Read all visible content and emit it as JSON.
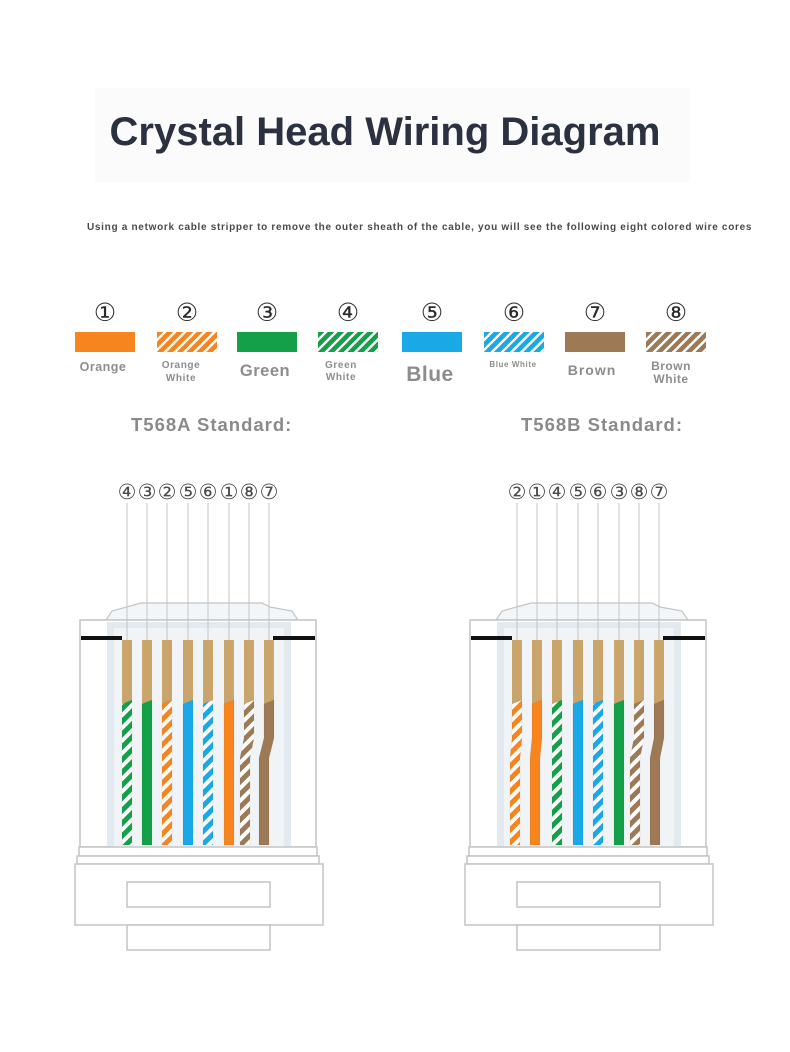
{
  "title": "Crystal Head Wiring Diagram",
  "subtitle": "Using a network cable stripper to remove the outer sheath of the cable, you will see the following eight colored wire cores",
  "contact_color": "#c9a46b",
  "legend": [
    {
      "number": "①",
      "label_lines": [
        "Orange"
      ],
      "color": "#f6851f",
      "striped": false
    },
    {
      "number": "②",
      "label_lines": [
        "Orange",
        "White"
      ],
      "color": "#f6851f",
      "striped": true
    },
    {
      "number": "③",
      "label_lines": [
        "Green"
      ],
      "color": "#14a049",
      "striped": false
    },
    {
      "number": "④",
      "label_lines": [
        "Green",
        "White"
      ],
      "color": "#14a049",
      "striped": true
    },
    {
      "number": "⑤",
      "label_lines": [
        "Blue"
      ],
      "color": "#1aa8e6",
      "striped": false
    },
    {
      "number": "⑥",
      "label_lines": [
        "Blue White"
      ],
      "color": "#1aa8e6",
      "striped": true
    },
    {
      "number": "⑦",
      "label_lines": [
        "Brown"
      ],
      "color": "#9e7955",
      "striped": false
    },
    {
      "number": "⑧",
      "label_lines": [
        "Brown",
        "White"
      ],
      "color": "#9e7955",
      "striped": true
    }
  ],
  "standards": [
    {
      "label": "T568A Standard:",
      "pin_order": [
        "④",
        "③",
        "②",
        "⑤",
        "⑥",
        "①",
        "⑧",
        "⑦"
      ]
    },
    {
      "label": "T568B Standard:",
      "pin_order": [
        "②",
        "①",
        "④",
        "⑤",
        "⑥",
        "③",
        "⑧",
        "⑦"
      ]
    }
  ]
}
